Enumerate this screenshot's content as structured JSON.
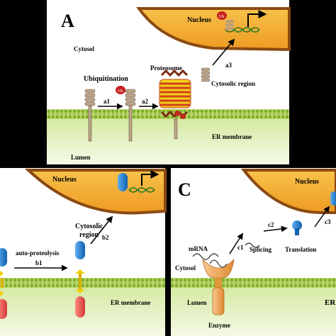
{
  "panel_a": {
    "letter": "A",
    "cytosol": "Cytosol",
    "nucleus": "Nucleus",
    "ubiquitination": "Ubiquitination",
    "proteosome": "Proteosome",
    "cytosolic_region": "Cytosolic region",
    "er_membrane": "ER membrane",
    "lumen": "Lumen",
    "step_a1": "a1",
    "step_a2": "a2",
    "step_a3": "a3",
    "ub_tag": "Ub"
  },
  "panel_b": {
    "nucleus": "Nucleus",
    "cytosolic_region_line1": "Cytosolic",
    "cytosolic_region_line2": "region",
    "auto_proteolysis": "auto-proteolysis",
    "step_b1": "b1",
    "step_b2": "b2",
    "er_membrane": "ER membrane"
  },
  "panel_c": {
    "letter": "C",
    "nucleus": "Nucleus",
    "mrna": "mRNA",
    "cytosol": "Cytosol",
    "splicing": "Splicing",
    "translation": "Translation",
    "lumen": "Lumen",
    "enzyme": "Enzyme",
    "er_cut": "ER",
    "step_c1": "c1",
    "step_c2": "c2",
    "step_c3": "c3"
  },
  "colors": {
    "background": "#000000",
    "panel": "#ffffff",
    "nucleus_fill": "#f3a72c",
    "nucleus_edge": "#8a4a12",
    "membrane_top": "#aacc55",
    "lumen": "#e8f2cc",
    "blue_domain": "#1e7fd2",
    "yellow_domain": "#f0d000",
    "red_domain": "#e8504f",
    "enzyme": "#f0a040"
  }
}
